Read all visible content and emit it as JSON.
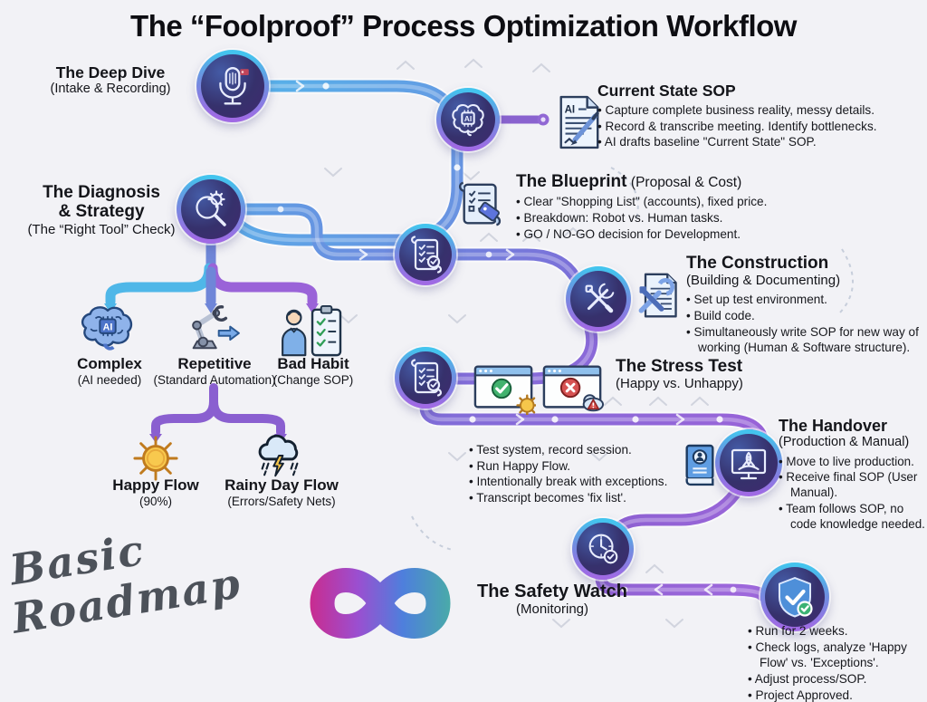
{
  "title": "The “Foolproof” Process Optimization Workflow",
  "watermark": {
    "line1": "Basic",
    "line2": "Roadmap"
  },
  "icon_labels": {
    "ai": "AI"
  },
  "colors": {
    "background": "#f2f2f6",
    "tube_blue": "#57b3ea",
    "tube_purple": "#9a63d8",
    "node_ring_top": "#43c4ee",
    "node_ring_bottom": "#a06ae4",
    "node_fill": "#36316c",
    "logo_pink": "#e01a6f",
    "logo_blue": "#4e7fdc",
    "logo_green": "#47c08f"
  },
  "nodes": {
    "deep_dive": {
      "title": "The Deep Dive",
      "subtitle": "(Intake & Recording)",
      "icon": "microphone"
    },
    "diagnosis": {
      "title_line1": "The Diagnosis",
      "title_line2": "& Strategy",
      "subtitle": "(The “Right Tool” Check)",
      "icon": "magnifier-gear"
    }
  },
  "sections": {
    "current_state": {
      "title": "Current State SOP",
      "bullets": [
        "Capture complete business reality, messy details.",
        "Record & transcribe meeting. Identify bottlenecks.",
        "AI drafts baseline \"Current State\" SOP."
      ]
    },
    "blueprint": {
      "title": "The Blueprint",
      "subtitle": "(Proposal & Cost)",
      "bullets": [
        "Clear \"Shopping List\" (accounts), fixed price.",
        "Breakdown: Robot vs. Human tasks.",
        "GO / NO-GO decision for Development."
      ]
    },
    "construction": {
      "title": "The Construction",
      "subtitle": "(Building & Documenting)",
      "bullets": [
        "Set up test environment.",
        "Build code.",
        "Simultaneously write SOP for new way of working (Human & Software structure)."
      ]
    },
    "stress_test": {
      "title": "The Stress Test",
      "subtitle": "(Happy vs. Unhappy)",
      "bullets": [
        "Test system, record session.",
        "Run Happy Flow.",
        "Intentionally break with exceptions.",
        "Transcript becomes 'fix list'."
      ]
    },
    "handover": {
      "title": "The Handover",
      "subtitle": "(Production & Manual)",
      "bullets": [
        "Move to live production.",
        "Receive final SOP (User Manual).",
        "Team follows SOP, no code knowledge needed."
      ]
    },
    "safety_watch": {
      "title": "The Safety Watch",
      "subtitle": "(Monitoring)",
      "bullets": [
        "Run for 2 weeks.",
        "Check logs, analyze 'Happy Flow' vs. 'Exceptions'.",
        "Adjust process/SOP.",
        "Project Approved."
      ]
    }
  },
  "branches": [
    {
      "label": "Complex",
      "sublabel": "(AI needed)",
      "icon": "brain-ai"
    },
    {
      "label": "Repetitive",
      "sublabel": "(Standard Automation)",
      "icon": "robot-arm"
    },
    {
      "label": "Bad Habit",
      "sublabel": "(Change SOP)",
      "icon": "person-clipboard"
    }
  ],
  "flows": [
    {
      "label": "Happy Flow",
      "sublabel": "(90%)",
      "icon": "sun"
    },
    {
      "label": "Rainy Day Flow",
      "sublabel": "(Errors/Safety Nets)",
      "icon": "rain-cloud"
    }
  ]
}
